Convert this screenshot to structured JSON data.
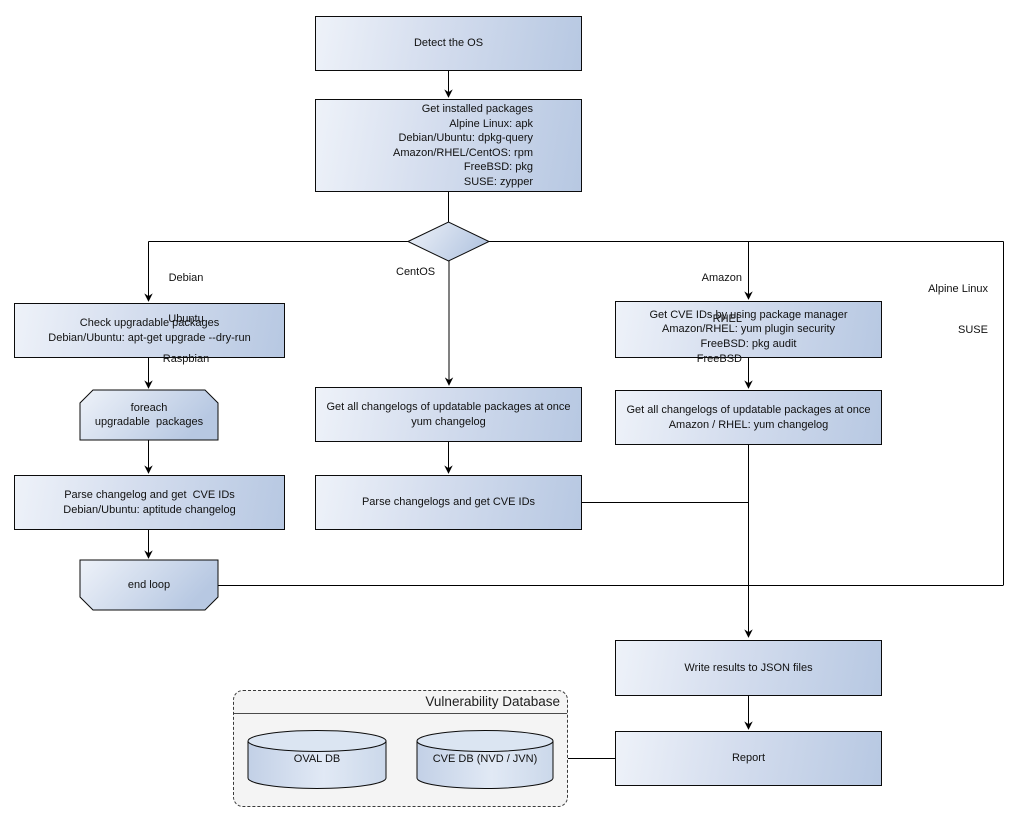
{
  "colors": {
    "node_gradient_start": "#eef2f9",
    "node_gradient_end": "#b7c8e2",
    "cylinder_dark": "#c2d0e6",
    "cylinder_light": "#e1e9f5",
    "border": "#0b0b0b",
    "db_panel_fill": "#f4f4f4"
  },
  "nodes": {
    "detect_os": {
      "label": "Detect the OS"
    },
    "get_installed_packages": {
      "lines": [
        "Get installed packages",
        "Alpine Linux: apk",
        "Debian/Ubuntu: dpkg-query",
        "Amazon/RHEL/CentOS: rpm",
        "FreeBSD: pkg",
        "SUSE: zypper"
      ]
    },
    "check_upgradable": {
      "lines": [
        "Check upgradable packages",
        "Debian/Ubuntu: apt-get upgrade --dry-run"
      ]
    },
    "foreach_loop": {
      "lines": [
        "foreach",
        "upgradable  packages"
      ]
    },
    "parse_changelog_debian": {
      "lines": [
        "Parse changelog and get  CVE IDs",
        "Debian/Ubuntu: aptitude changelog"
      ]
    },
    "end_loop": {
      "label": "end loop"
    },
    "changelogs_centos": {
      "lines": [
        "Get all changelogs of updatable packages at once",
        "yum changelog"
      ]
    },
    "parse_changelogs_centos": {
      "label": "Parse changelogs and get CVE IDs"
    },
    "get_cve_ids_pkg_manager": {
      "lines": [
        "Get CVE IDs by using package manager",
        "Amazon/RHEL: yum plugin security",
        "FreeBSD: pkg audit"
      ]
    },
    "changelogs_amazon": {
      "lines": [
        "Get all changelogs of updatable packages at once",
        "Amazon / RHEL: yum changelog"
      ]
    },
    "write_results": {
      "label": "Write results to JSON files"
    },
    "report": {
      "label": "Report"
    }
  },
  "branch_labels": {
    "debian": {
      "lines": [
        "Debian",
        "Ubuntu",
        "Raspbian"
      ]
    },
    "centos": {
      "label": "CentOS"
    },
    "amazon": {
      "lines": [
        "Amazon",
        "RHEL",
        "FreeBSD"
      ]
    },
    "alpine": {
      "lines": [
        "Alpine Linux",
        "SUSE"
      ]
    }
  },
  "database": {
    "title": "Vulnerability Database",
    "oval_db": "OVAL DB",
    "cve_db": "CVE DB (NVD / JVN)"
  }
}
